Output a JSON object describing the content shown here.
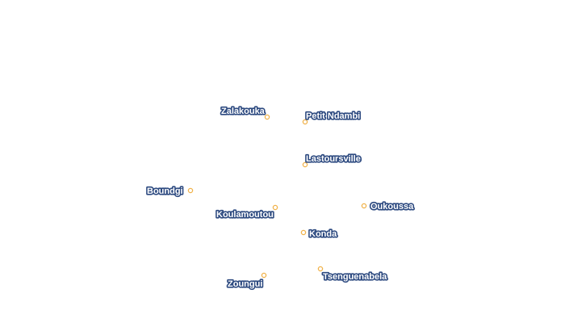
{
  "map": {
    "places": [
      {
        "name": "Zalakouka"
      },
      {
        "name": "Petit Ndambi"
      },
      {
        "name": "Lastoursville"
      },
      {
        "name": "Boundgi"
      },
      {
        "name": "Koulamoutou"
      },
      {
        "name": "Oukoussa"
      },
      {
        "name": "Konda"
      },
      {
        "name": "Zoungui"
      },
      {
        "name": "Tsenguenabela"
      }
    ],
    "colors": {
      "marker_stroke": "#f0b24a",
      "label_halo": "#2d4a80",
      "label_text": "#ffffff"
    }
  }
}
